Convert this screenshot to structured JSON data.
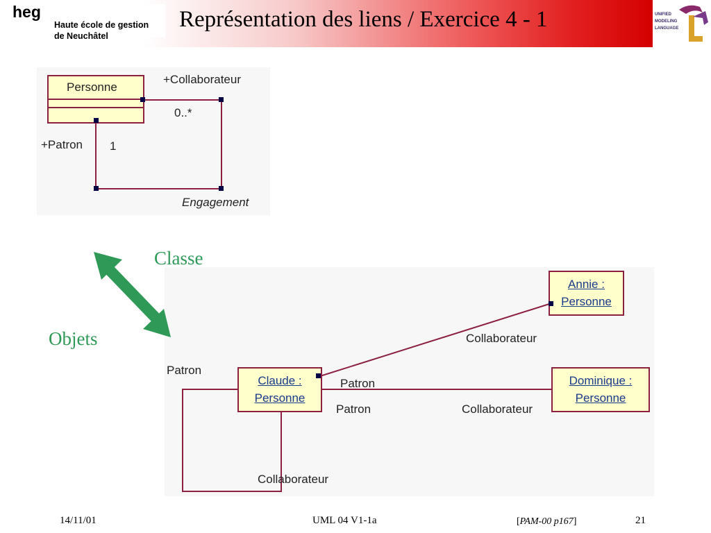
{
  "header": {
    "logo_word": "heg",
    "school_name": "Haute école de gestion\nde Neuchâtel",
    "title": "Représentation des liens / Exercice 4 - 1",
    "uml_logo_text": "UNIFIED\nMODELING\nLANGUAGE",
    "gradient_end_color": "#d40000"
  },
  "class_diagram": {
    "class_name": "Personne",
    "role_collaborateur": "+Collaborateur",
    "multiplicity_collaborateur": "0..*",
    "role_patron": "+Patron",
    "multiplicity_patron": "1",
    "association_name": "Engagement"
  },
  "labels": {
    "classe": "Classe",
    "objets": "Objets",
    "accent_color": "#2f9a57"
  },
  "object_diagram": {
    "objects": [
      {
        "name": "Annie :",
        "class": "Personne"
      },
      {
        "name": "Claude :",
        "class": "Personne"
      },
      {
        "name": "Dominique :",
        "class": "Personne"
      }
    ],
    "link_labels": {
      "annie_collab": "Collaborateur",
      "self_patron": "Patron",
      "dom_patron_top": "Patron",
      "dom_patron_bottom": "Patron",
      "dom_collab": "Collaborateur",
      "self_collab": "Collaborateur"
    },
    "line_color": "#8b2040",
    "box_fill": "#ffffcc"
  },
  "footer": {
    "date": "14/11/01",
    "course": "UML 04 V1-1a",
    "reference": "PAM-00 p167",
    "page": "21"
  }
}
